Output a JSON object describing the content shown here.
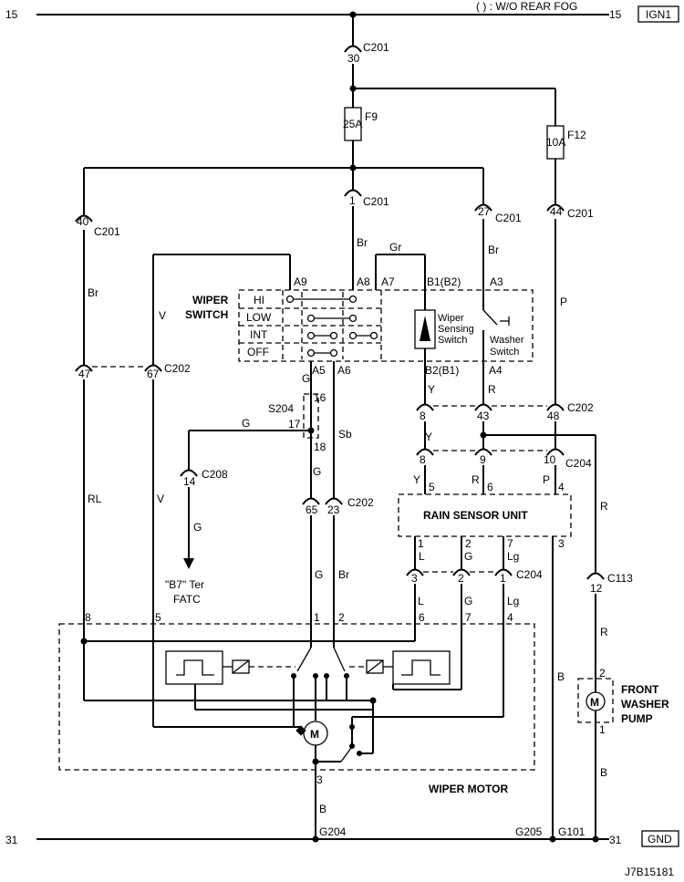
{
  "bus": {
    "top_left": "15",
    "top_right": "15",
    "note": "( ) : W/O REAR FOG",
    "ign": "IGN1",
    "bottom_left": "31",
    "bottom_right": "31",
    "gnd": "GND"
  },
  "diagram_id": "J7B15181",
  "connectors": {
    "c201_30": {
      "pin": "30",
      "name": "C201"
    },
    "f9": {
      "name": "F9",
      "rating": "25A"
    },
    "f12": {
      "name": "F12",
      "rating": "10A"
    },
    "c201_1": {
      "pin": "1",
      "name": "C201"
    },
    "c201_40": {
      "pin": "40",
      "name": "C201"
    },
    "c201_27": {
      "pin": "27",
      "name": "C201"
    },
    "c201_44": {
      "pin": "44",
      "name": "C201"
    },
    "c202_47": "47",
    "c202_67": "67",
    "c202_name": "C202",
    "c202_8": "8",
    "c202_43": "43",
    "c202_48": "48",
    "c202_b_name": "C202",
    "c204_8": "8",
    "c204_9": "9",
    "c204_10": "10",
    "c204_name": "C204",
    "c208": {
      "pin": "14",
      "name": "C208"
    },
    "c202_65": "65",
    "c202_23": "23",
    "c202_c_name": "C202",
    "c204_3": "3",
    "c204_2": "2",
    "c204_1": "1",
    "c204_b_name": "C204",
    "c113": {
      "pin": "12",
      "name": "C113"
    },
    "s204": {
      "name": "S204",
      "p16": "16",
      "p17": "17",
      "p18": "18"
    },
    "g204": "G204",
    "g205": "G205",
    "g101": "G101"
  },
  "wires": {
    "br1": "Br",
    "gr": "Gr",
    "br2": "Br",
    "p": "P",
    "br3": "Br",
    "v1": "V",
    "g1": "G",
    "sb": "Sb",
    "g2": "G",
    "g3": "G",
    "y1": "Y",
    "r1": "R",
    "y2": "Y",
    "y3": "Y",
    "r2": "R",
    "p2": "P",
    "rl": "RL",
    "v2": "V",
    "g4": "G",
    "br4": "Br",
    "l1": "L",
    "g5": "G",
    "lg1": "Lg",
    "l2": "L",
    "g6": "G",
    "lg2": "Lg",
    "r3": "R",
    "r4": "R",
    "b1": "B",
    "b2": "B",
    "b3": "B",
    "g_c208": "G"
  },
  "wiper_switch": {
    "title1": "WIPER",
    "title2": "SWITCH",
    "pins": {
      "a9": "A9",
      "a8": "A8",
      "a7": "A7",
      "b1": "B1(B2)",
      "a3": "A3",
      "a5": "A5",
      "a6": "A6",
      "b2": "B2(B1)",
      "a4": "A4"
    },
    "positions": [
      "HI",
      "LOW",
      "INT",
      "OFF"
    ],
    "sensing1": "Wiper",
    "sensing2": "Sensing",
    "sensing3": "Switch",
    "washer1": "Washer",
    "washer2": "Switch"
  },
  "rain_sensor": {
    "title": "RAIN SENSOR UNIT",
    "pins_top": [
      "5",
      "6",
      "4"
    ],
    "pins_bottom": [
      "1",
      "2",
      "7",
      "3"
    ]
  },
  "wiper_motor": {
    "title": "WIPER MOTOR",
    "pins": [
      "8",
      "5",
      "1",
      "2",
      "6",
      "7",
      "4"
    ],
    "pin3": "3",
    "motor": "M"
  },
  "washer_pump": {
    "l1": "FRONT",
    "l2": "WASHER",
    "l3": "PUMP",
    "p2": "2",
    "p1": "1",
    "motor": "M"
  },
  "fatc": {
    "l1": "\"B7\" Ter",
    "l2": "FATC"
  }
}
